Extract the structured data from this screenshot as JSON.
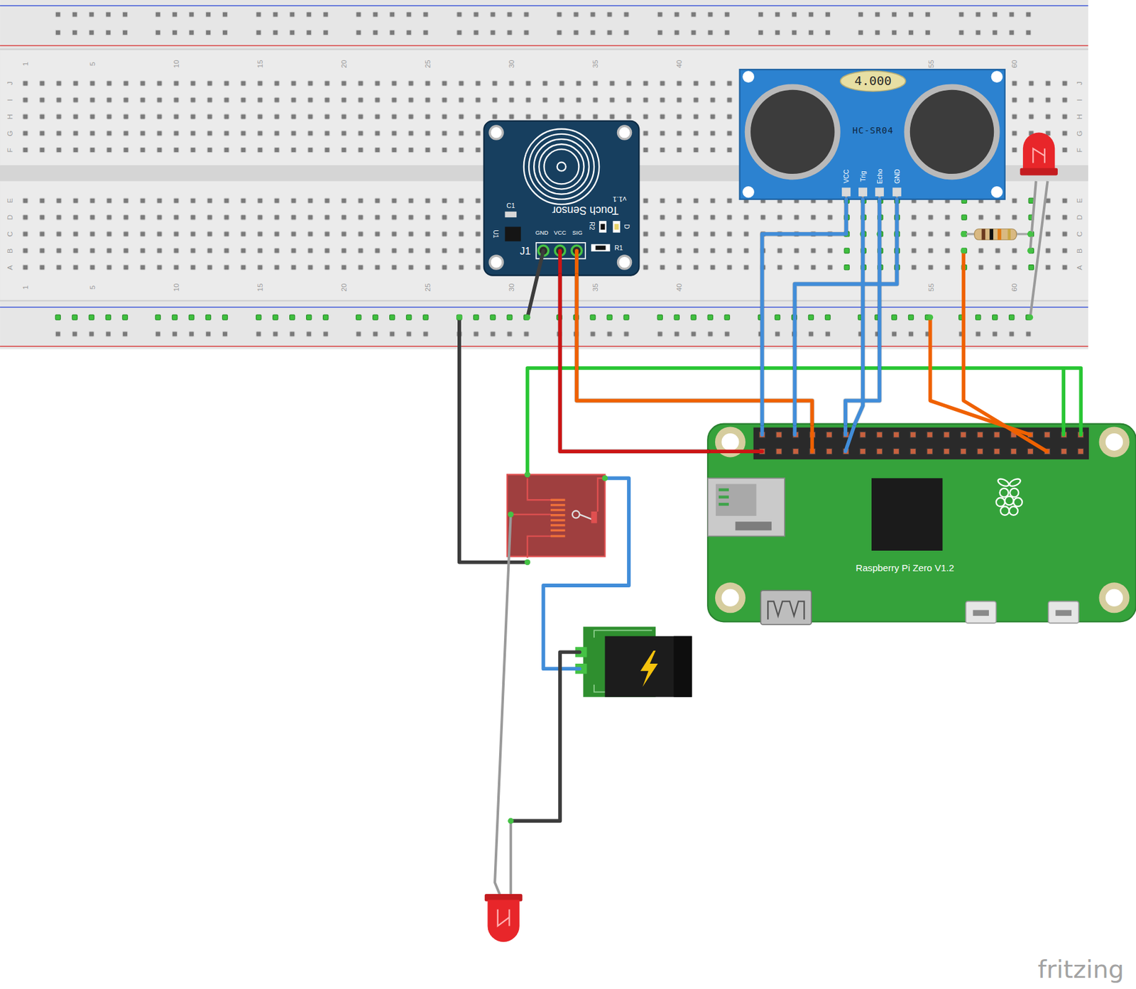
{
  "diagram": {
    "nodes": [
      {
        "text": [
          "Touch Sensor",
          "v1.1",
          "C1",
          "U1",
          "GND",
          "VCC",
          "SIG",
          "R2",
          "D",
          "R1",
          "J1"
        ]
      },
      {
        "text": [
          "4.000",
          "HC-SR04",
          "VCC",
          "Trig",
          "Echo",
          "GND"
        ]
      },
      {
        "text": [
          "Raspberry Pi Zero V1.2"
        ]
      }
    ],
    "edges": [
      {
        "from": 0,
        "to": 2,
        "arrow": "none"
      },
      {
        "from": 0,
        "to": 2,
        "arrow": "none"
      },
      {
        "from": 1,
        "to": 2,
        "arrow": "none"
      },
      {
        "from": 1,
        "to": 2,
        "arrow": "none"
      },
      {
        "from": 1,
        "to": 2,
        "arrow": "none"
      },
      {
        "from": 1,
        "to": 2,
        "arrow": "none"
      }
    ],
    "labels": [
      "1",
      "5",
      "10",
      "15",
      "20",
      "25",
      "30",
      "35",
      "40",
      "55",
      "60",
      "J",
      "I",
      "H",
      "G",
      "F",
      "J",
      "I",
      "H",
      "G",
      "F",
      "E",
      "D",
      "C",
      "B",
      "A",
      "E",
      "D",
      "C",
      "B",
      "A",
      "1",
      "5",
      "10",
      "15",
      "20",
      "25",
      "30",
      "35",
      "40",
      "55",
      "60",
      "fritzing"
    ]
  }
}
